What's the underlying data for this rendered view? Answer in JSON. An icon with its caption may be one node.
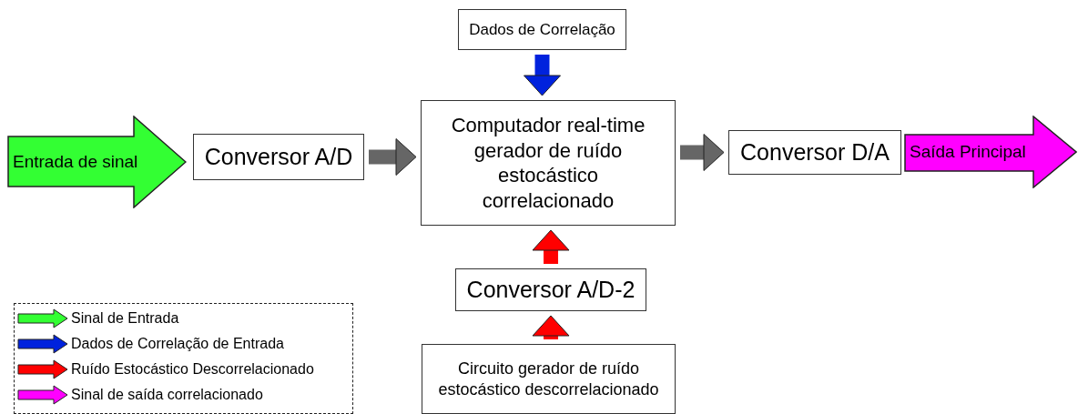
{
  "diagram": {
    "nodes": [
      {
        "text": [
          "Entrada de sinal"
        ]
      },
      {
        "text": [
          "Conversor A/D"
        ]
      },
      {
        "text": [
          "Dados de Correlação"
        ]
      },
      {
        "text": [
          "Computador real-time gerador de ruído estocástico correlacionado"
        ]
      },
      {
        "text": [
          "Conversor D/A"
        ]
      },
      {
        "text": [
          "Saída Principal"
        ]
      },
      {
        "text": [
          "Conversor A/D-2"
        ]
      },
      {
        "text": [
          "Circuito gerador de ruído estocástico descorrelacionado"
        ]
      }
    ],
    "edges": [
      {
        "from": 1,
        "to": 3,
        "arrow": "to"
      },
      {
        "from": 2,
        "to": 3,
        "arrow": "to",
        "color": "#0022dd"
      },
      {
        "from": 3,
        "to": 4,
        "arrow": "to"
      },
      {
        "from": 6,
        "to": 3,
        "arrow": "to",
        "color": "#ff0000"
      },
      {
        "from": 7,
        "to": 6,
        "arrow": "to",
        "color": "#ff0000"
      }
    ],
    "legend": [
      {
        "text": "Sinal de Entrada",
        "color": "#33ff33"
      },
      {
        "text": "Dados de Correlação de Entrada",
        "color": "#0022dd"
      },
      {
        "text": "Ruído Estocástico Descorrelacionado",
        "color": "#ff0000"
      },
      {
        "text": "Sinal de saída correlacionado",
        "color": "#ff00ff"
      }
    ]
  }
}
